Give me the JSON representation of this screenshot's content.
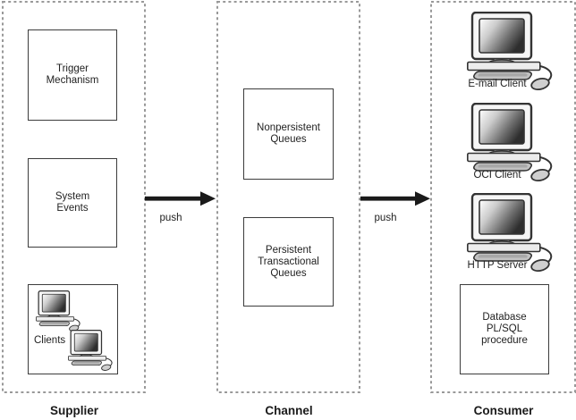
{
  "sections": [
    {
      "id": "supplier",
      "label": "Supplier"
    },
    {
      "id": "channel",
      "label": "Channel"
    },
    {
      "id": "consumer",
      "label": "Consumer"
    }
  ],
  "supplier": {
    "boxes": [
      {
        "label": "Trigger\nMechanism"
      },
      {
        "label": "System\nEvents"
      },
      {
        "label": "Clients"
      }
    ]
  },
  "channel": {
    "boxes": [
      {
        "label": "Nonpersistent\nQueues"
      },
      {
        "label": "Persistent\nTransactional\nQueues"
      }
    ]
  },
  "consumer": {
    "computers": [
      {
        "label": "E-mail Client"
      },
      {
        "label": "OCI Client"
      },
      {
        "label": "HTTP Server"
      }
    ],
    "box": {
      "label": "Database\nPL/SQL\nprocedure"
    }
  },
  "arrows": [
    {
      "label": "push"
    },
    {
      "label": "push"
    }
  ],
  "icons": {
    "computer": "desktop-computer-icon",
    "keyboard": "keyboard-icon",
    "mouse": "mouse-icon"
  },
  "colors": {
    "background": "#ffffff",
    "dashed_border": "#999999",
    "box_border": "#3c3c3c",
    "text": "#222222",
    "arrow": "#1a1a1a"
  }
}
